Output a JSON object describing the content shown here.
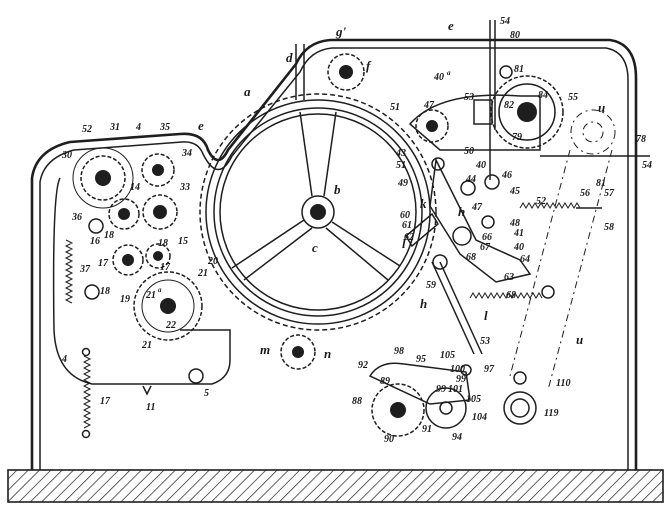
{
  "colors": {
    "ink": "#1e1e1e",
    "paper": "#ffffff"
  },
  "labels": {
    "e_top": "e",
    "g": "g'",
    "d": "d",
    "f": "f",
    "a": "a",
    "e_left": "e",
    "b": "b",
    "c": "c",
    "l1": "l",
    "l2": "l",
    "m": "m",
    "n": "n",
    "h1": "h",
    "h2": "h",
    "k": "k",
    "u1": "u",
    "u2": "u",
    "n54a": "54",
    "n80": "80",
    "n81": "81",
    "n40a": "40",
    "n40a_sup": "a",
    "n53": "53",
    "n82": "82",
    "n84": "84",
    "n55a": "55",
    "n79": "79",
    "n78": "78",
    "n54b": "54",
    "n81b": "81",
    "n56": "56",
    "n57": "57",
    "n52a": "52",
    "n58": "58",
    "n51a": "51",
    "n47": "47",
    "n43": "43",
    "n51b": "51",
    "n50": "50",
    "n40b": "40",
    "n46": "46",
    "n45": "45",
    "n44": "44",
    "n49": "49",
    "n47b": "47",
    "n60": "60",
    "n61": "61",
    "n62": "62",
    "n66": "66",
    "n48": "48",
    "n67": "67",
    "n41": "41",
    "n40c": "40",
    "n68a": "68",
    "n64": "64",
    "n63": "63",
    "n59": "59",
    "n68b": "68",
    "n53b": "53",
    "n52b": "52",
    "n31": "31",
    "n35a": "35",
    "n4a": "4",
    "n34": "34",
    "n30": "30",
    "n14": "14",
    "n33": "33",
    "n36": "36",
    "n16": "16",
    "n15": "15",
    "n18a": "18",
    "n18b": "18",
    "n17a": "17",
    "n37": "37",
    "n17b": "17",
    "n18c": "18",
    "n19": "19",
    "n21a": "21",
    "n21a_sup": "a",
    "n22": "22",
    "n20": "20",
    "n21b": "21",
    "n21c": "21",
    "n4b": "4",
    "n17c": "17",
    "n11": "11",
    "n5": "5",
    "n92": "92",
    "n98": "98",
    "n95": "95",
    "n105a": "105",
    "n100": "100",
    "n97": "97",
    "n99a": "99",
    "n101": "101",
    "n99b": "99",
    "n105b": "105",
    "n94": "94",
    "n91": "91",
    "n90": "90",
    "n88": "88",
    "n89": "89",
    "n104": "104",
    "n110": "110",
    "n119": "119"
  }
}
